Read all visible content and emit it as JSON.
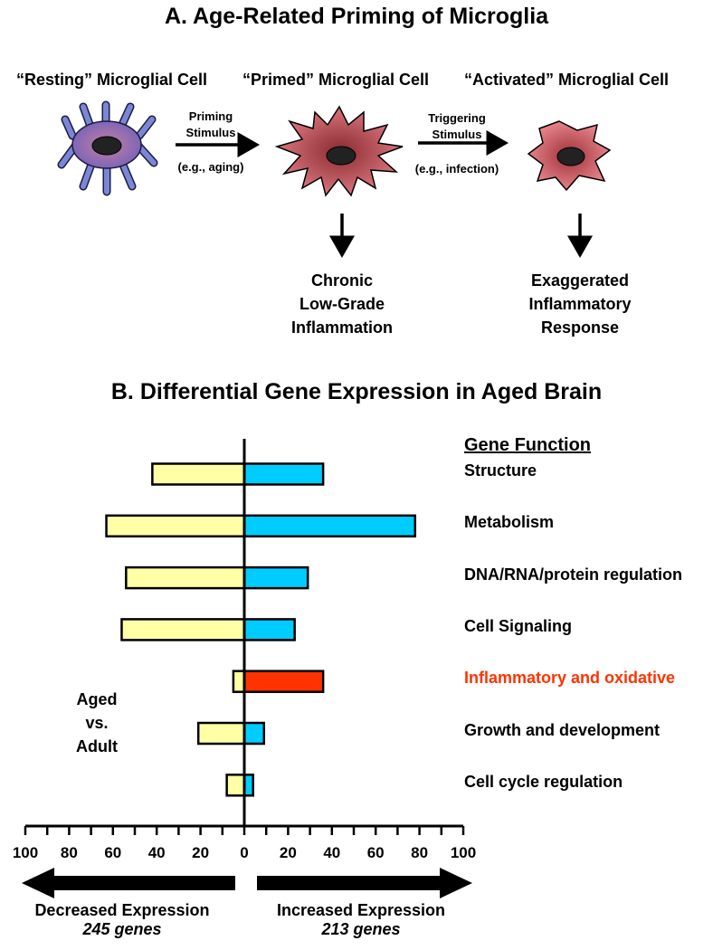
{
  "panel_a": {
    "title": "A.  Age-Related Priming of Microglia",
    "cells": [
      {
        "label": "“Resting” Microglial Cell"
      },
      {
        "label": "“Primed” Microglial Cell"
      },
      {
        "label": "“Activated” Microglial Cell"
      }
    ],
    "arrow1": {
      "line1": "Priming",
      "line2": "Stimulus",
      "example": "(e.g., aging)"
    },
    "arrow2": {
      "line1": "Triggering",
      "line2": "Stimulus",
      "example": "(e.g., infection)"
    },
    "outcome1": {
      "line1": "Chronic",
      "line2": "Low-Grade",
      "line3": "Inflammation"
    },
    "outcome2": {
      "line1": "Exaggerated",
      "line2": "Inflammatory",
      "line3": "Response"
    },
    "colors": {
      "resting_fill": "#9b6fb3",
      "resting_processes": "#7b86d6",
      "primed_fill": "#c9606a",
      "activated_fill": "#d9707a",
      "nucleus": "#222222"
    }
  },
  "panel_b": {
    "title": "B.  Differential Gene Expression in Aged Brain",
    "gene_function_header": "Gene Function",
    "comparison": {
      "line1": "Aged",
      "line2": "vs.",
      "line3": "Adult"
    },
    "decreased": {
      "label": "Decreased Expression",
      "genes": "245 genes"
    },
    "increased": {
      "label": "Increased Expression",
      "genes": "213 genes"
    },
    "colors": {
      "decreased": "#ffffa6",
      "increased": "#00ccff",
      "highlight": "#ff3300",
      "highlight_text": "#ff3300"
    }
  },
  "chart_data": {
    "type": "bar",
    "orientation": "horizontal-diverging",
    "categories": [
      "Structure",
      "Metabolism",
      "DNA/RNA/protein regulation",
      "Cell Signaling",
      "Inflammatory and oxidative",
      "Growth and development",
      "Cell cycle regulation"
    ],
    "series": [
      {
        "name": "Decreased Expression",
        "values": [
          42,
          63,
          54,
          56,
          5,
          21,
          8
        ]
      },
      {
        "name": "Increased Expression",
        "values": [
          36,
          78,
          29,
          23,
          36,
          9,
          4
        ]
      }
    ],
    "highlight_category": "Inflammatory and oxidative",
    "ticks": [
      "100",
      "80",
      "60",
      "40",
      "20",
      "0",
      "20",
      "40",
      "60",
      "80",
      "100"
    ],
    "xlim": [
      -100,
      100
    ]
  }
}
